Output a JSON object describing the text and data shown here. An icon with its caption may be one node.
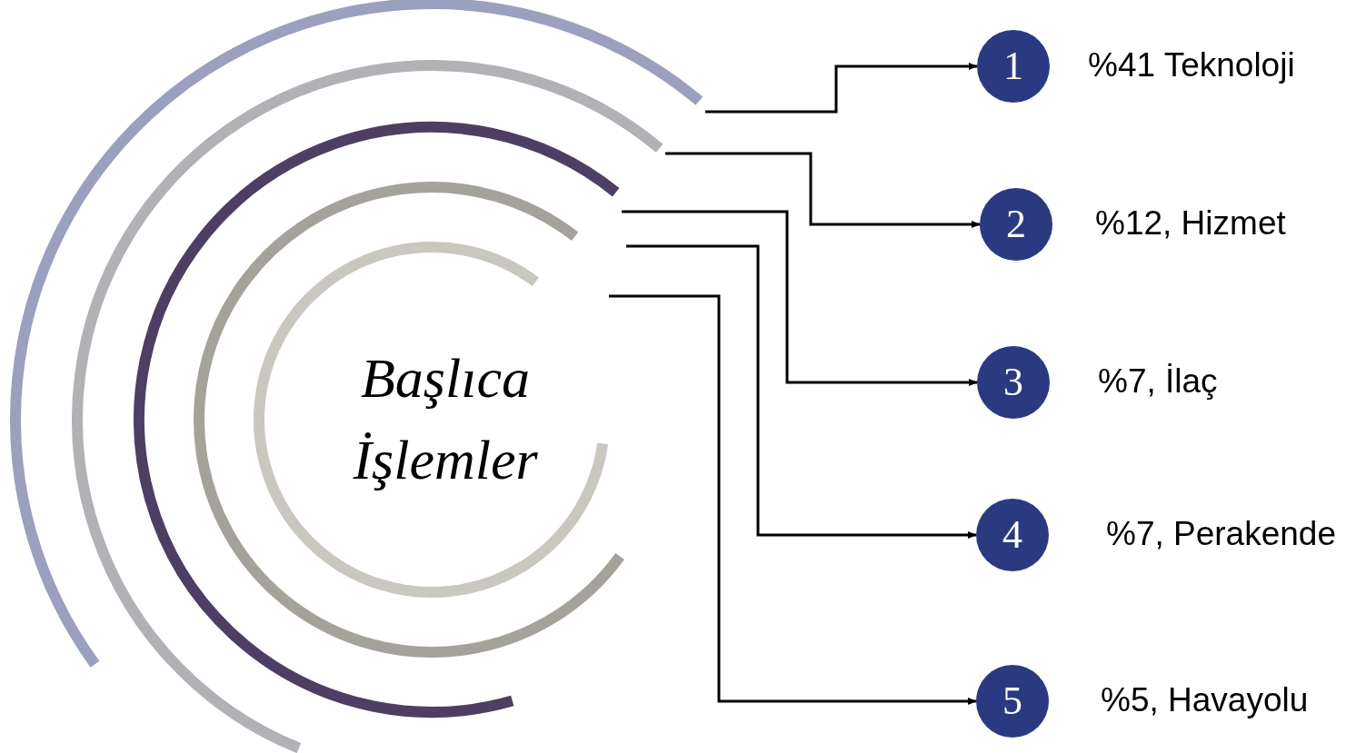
{
  "diagram": {
    "nodes": [
      {
        "text": [],
        "shape": "arc"
      },
      {
        "text": [],
        "shape": "arc",
        "in": 0
      },
      {
        "text": [],
        "shape": "arc",
        "in": 1
      },
      {
        "text": [],
        "shape": "arc",
        "in": 2
      },
      {
        "text": [],
        "shape": "arc",
        "in": 3
      },
      {
        "text": [
          "1"
        ],
        "beside": [
          "%41 Teknoloji"
        ]
      },
      {
        "text": [
          "2"
        ],
        "beside": [
          "%12, Hizmet"
        ]
      },
      {
        "text": [
          "3"
        ],
        "beside": [
          "%7, İlaç"
        ]
      },
      {
        "text": [
          "4"
        ],
        "beside": [
          "%7, Perakende"
        ]
      },
      {
        "text": [
          "5"
        ],
        "beside": [
          "%5, Havayolu"
        ]
      }
    ],
    "edges": [
      {
        "from": 0,
        "to": 5,
        "arrow": "to"
      },
      {
        "from": 1,
        "to": 6,
        "arrow": "to"
      },
      {
        "from": 2,
        "to": 7,
        "arrow": "to"
      },
      {
        "from": 3,
        "to": 8,
        "arrow": "to"
      },
      {
        "from": 4,
        "to": 9,
        "arrow": "to"
      }
    ],
    "labels": [
      "Başlıca İşlemler"
    ]
  }
}
